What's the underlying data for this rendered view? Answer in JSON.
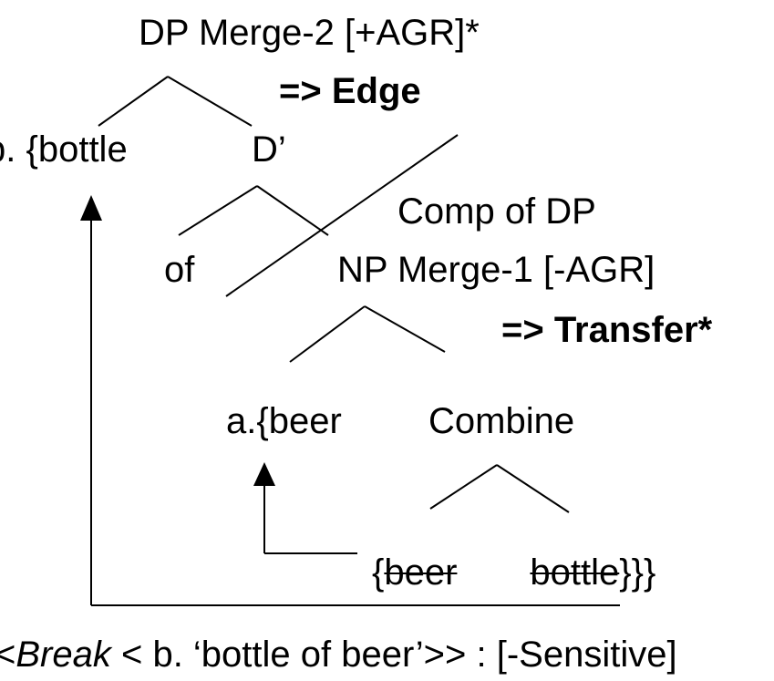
{
  "nodes": {
    "dp": "DP Merge-2 [+AGR]*",
    "edge": "=> Edge",
    "b_label": "b. {bottle",
    "d_prime": "D’",
    "comp_of_dp": "Comp of DP",
    "of": "of",
    "np": "NP Merge-1 [-AGR]",
    "transfer": "=> Transfer*",
    "a_label": "a.{beer",
    "combine": "Combine",
    "open_brace": "{",
    "beer_struck": "beer",
    "bottle_struck": "bottle",
    "close_braces": "}}}"
  },
  "footer": {
    "prefix": "<",
    "break_word": "Break",
    "rest": " < b. ‘bottle of beer’>> : [-Sensitive]"
  }
}
